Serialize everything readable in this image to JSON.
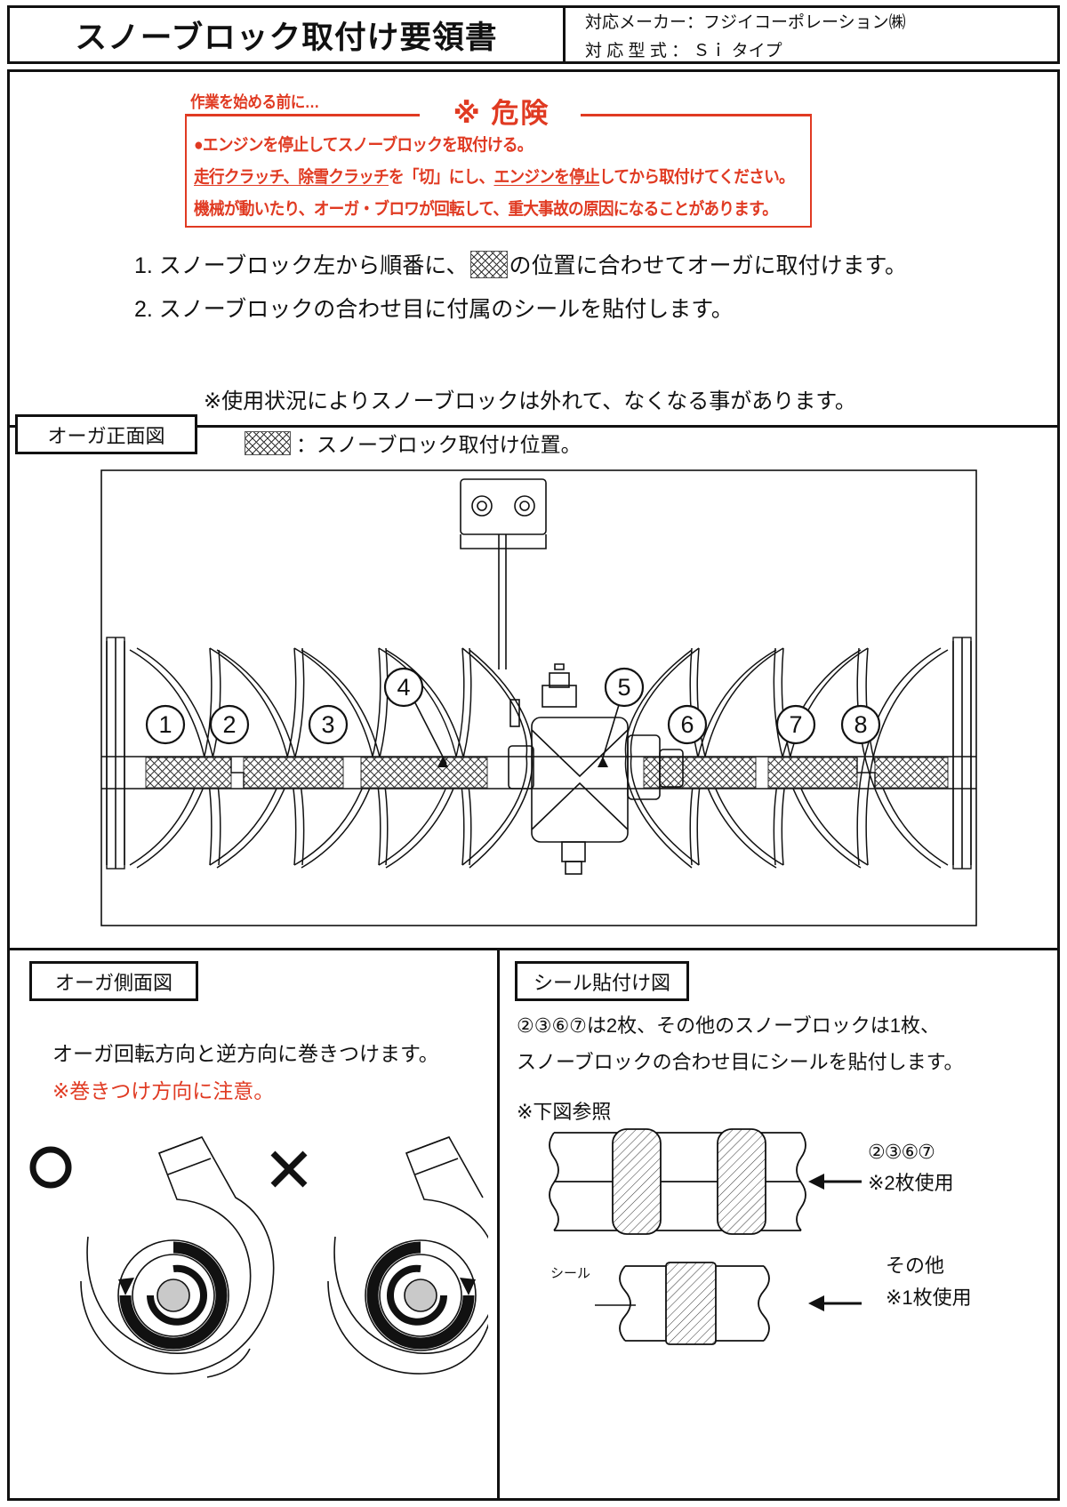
{
  "header": {
    "title": "スノーブロック取付け要領書",
    "maker_line": "対応メーカー：フジイコーポレーション㈱",
    "model_line": "対 応 型 式 ： Ｓｉ タイプ"
  },
  "danger": {
    "prelabel": "作業を始める前に…",
    "title": "※ 危険",
    "line1": "●エンジンを停止してスノーブロックを取付ける。",
    "line2_a": "走行クラッチ、除雪クラッチ",
    "line2_b": "を「切」にし、",
    "line2_c": "エンジンを停止",
    "line2_d": "してから取付けてください。",
    "line3": "機械が動いたり、オーガ・ブロワが回転して、重大事故の原因になることがあります。",
    "accent_color": "#e03a22"
  },
  "steps": {
    "step1_a": "1. スノーブロック左から順番に、",
    "step1_b": "の位置に合わせてオーガに取付けます。",
    "step2": "2. スノーブロックの合わせ目に付属のシールを貼付します。",
    "note": "※使用状況によりスノーブロックは外れて、なくなる事があります。"
  },
  "front_view": {
    "tab_label": "オーガ正面図",
    "legend_text": "：スノーブロック取付け位置。",
    "position_numbers": [
      "①",
      "②",
      "③",
      "④",
      "⑤",
      "⑥",
      "⑦",
      "⑧"
    ]
  },
  "side_view": {
    "tab_label": "オーガ側面図",
    "line1": "オーガ回転方向と逆方向に巻きつけます。",
    "line2": "※巻きつけ方向に注意。",
    "ok_symbol": "○",
    "ng_symbol": "×"
  },
  "seal_view": {
    "tab_label": "シール貼付け図",
    "line1": "②③⑥⑦は2枚、その他のスノーブロックは1枚、",
    "line2": "スノーブロックの合わせ目にシールを貼付します。",
    "sub_note": "※下図参照",
    "callout_top_1": "②③⑥⑦",
    "callout_top_2": "※2枚使用",
    "callout_bottom_1": "その他",
    "callout_bottom_2": "※1枚使用",
    "seal_label": "シール"
  }
}
